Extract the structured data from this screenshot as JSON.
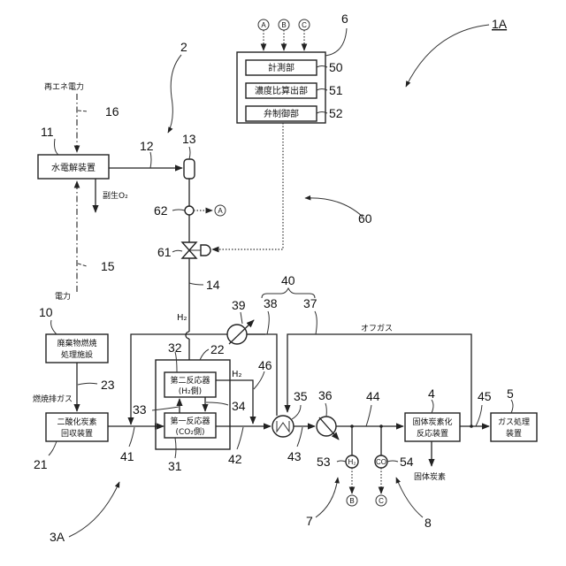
{
  "figure": {
    "system_label": "1A",
    "subsystem_labels": {
      "hydrogen_supply": "2",
      "co2_system": "3A",
      "control": "60",
      "detector_h2": "7",
      "detector_co": "8"
    }
  },
  "control_unit": {
    "ref": "6",
    "inputs": [
      "A",
      "B",
      "C"
    ],
    "blocks": [
      {
        "ref": "50",
        "label": "計測部"
      },
      {
        "ref": "51",
        "label": "濃度比算出部"
      },
      {
        "ref": "52",
        "label": "弁制御部"
      }
    ]
  },
  "units": {
    "electrolyzer": {
      "ref": "11",
      "label": "水電解装置"
    },
    "incinerator": {
      "ref": "10",
      "label_line1": "廃棄物燃焼",
      "label_line2": "処理施設"
    },
    "co2_recovery": {
      "ref": "21",
      "label_line1": "二酸化炭素",
      "label_line2": "回収装置"
    },
    "reactor_module": {
      "ref": "22"
    },
    "second_reactor": {
      "ref": "32",
      "label_line1": "第二反応器",
      "label_line2": "(H₂側)"
    },
    "first_reactor": {
      "ref": "31",
      "label_line1": "第一反応器",
      "label_line2": "(CO₂側)"
    },
    "solid_carbon_reactor": {
      "ref": "4",
      "label_line1": "固体炭素化",
      "label_line2": "反応装置"
    },
    "gas_treatment": {
      "ref": "5",
      "label_line1": "ガス処理",
      "label_line2": "装置"
    },
    "tank": {
      "ref": "13"
    }
  },
  "texts": {
    "renewable_power": "再エネ電力",
    "power": "電力",
    "byproduct_o2": "副生O₂",
    "flue_gas": "燃焼排ガス",
    "h2_supply": "H₂",
    "h2_bypass": "H₂",
    "offgas": "オフガス",
    "solid_carbon": "固体炭素"
  },
  "sensors": {
    "pressure": {
      "ref": "62",
      "output": "A"
    },
    "h2": {
      "ref": "53",
      "label": "H₂",
      "output": "B"
    },
    "co": {
      "ref": "54",
      "label": "CO",
      "output": "C"
    }
  },
  "refs": {
    "line_power_renewable": "16",
    "line_power": "15",
    "line_h2_out": "12",
    "line_h2_main": "14",
    "valve": "61",
    "line_flue": "23",
    "line_41": "41",
    "line_42": "42",
    "line_43": "43",
    "line_44": "44",
    "line_45": "45",
    "line_46": "46",
    "recycle_group": "40",
    "line_37": "37",
    "line_38": "38",
    "blower": "39",
    "heat_exchanger": "35",
    "cooler": "36",
    "line_33": "33",
    "line_34": "34"
  }
}
